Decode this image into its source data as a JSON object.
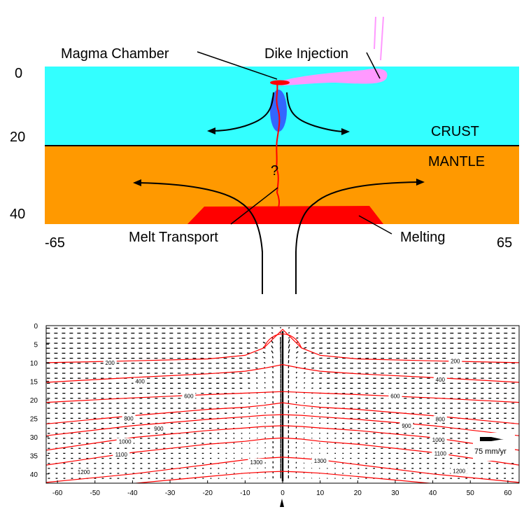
{
  "schematic": {
    "labels": {
      "magma_chamber": "Magma Chamber",
      "dike_injection": "Dike Injection",
      "crust": "CRUST",
      "mantle": "MANTLE",
      "melt_transport": "Melt Transport",
      "melting": "Melting",
      "question": "?"
    },
    "depth_labels": [
      "0",
      "20",
      "40"
    ],
    "distance_labels": [
      "-65",
      "65"
    ],
    "colors": {
      "crust": "#33ffff",
      "mantle": "#ff9900",
      "melt": "#ff0000",
      "dike": "#ff99ff",
      "magma_body": "#3366ff"
    }
  },
  "chart_data": {
    "type": "contour+vector",
    "xlim": [
      -63,
      63
    ],
    "ylim": [
      0,
      42.5
    ],
    "y_inverted": true,
    "x_ticks": [
      "-60",
      "-50",
      "-40",
      "-30",
      "-20",
      "-10",
      "0",
      "10",
      "20",
      "30",
      "40",
      "50",
      "60"
    ],
    "y_ticks": [
      "0",
      "5",
      "10",
      "15",
      "20",
      "25",
      "30",
      "35",
      "40"
    ],
    "reference_vector_label": "75 mm/yr",
    "contour_color": "#ff0000",
    "contour_x": [
      -63,
      -40,
      -20,
      -10,
      -5,
      0,
      5,
      10,
      20,
      40,
      63
    ],
    "contours": [
      {
        "level": "200",
        "depth": [
          10,
          9.5,
          9,
          8,
          6,
          1,
          6,
          8,
          9,
          9.5,
          10
        ]
      },
      {
        "level": "400",
        "depth": [
          15.3,
          14,
          13,
          12.3,
          11.5,
          10.5,
          11.5,
          12.3,
          13,
          14,
          15.3
        ]
      },
      {
        "level": "600",
        "depth": [
          20.7,
          19.5,
          18.6,
          18.2,
          18,
          17.8,
          18,
          18.2,
          18.6,
          19.5,
          20.7
        ]
      },
      {
        "level": "800",
        "depth": [
          26.5,
          24.3,
          22.6,
          22,
          21.5,
          20.8,
          21.5,
          22,
          22.6,
          24.3,
          26.5
        ]
      },
      {
        "level": "900",
        "depth": [
          29.7,
          27,
          25.3,
          24.6,
          24.2,
          24,
          24.2,
          24.6,
          25.3,
          27,
          29.7
        ]
      },
      {
        "level": "1000",
        "depth": [
          33.6,
          30.2,
          28.3,
          27.6,
          27.2,
          27,
          27.2,
          27.6,
          28.3,
          30.2,
          33.6
        ]
      },
      {
        "level": "1100",
        "depth": [
          37.6,
          34.2,
          32,
          31.2,
          30.6,
          30.3,
          30.6,
          31.2,
          32,
          34.2,
          37.6
        ]
      },
      {
        "level": "1200",
        "depth": [
          42.3,
          40,
          37.5,
          36.2,
          35.8,
          35.5,
          35.8,
          36.2,
          37.5,
          40,
          42.3
        ]
      },
      {
        "level": "1300",
        "depth": [
          48,
          42.6,
          40.7,
          39.8,
          39.5,
          39.3,
          39.5,
          39.8,
          40.7,
          42.6,
          48
        ]
      }
    ],
    "contour_labels": [
      {
        "text": "200",
        "x": -46,
        "y": 10
      },
      {
        "text": "400",
        "x": -38,
        "y": 15
      },
      {
        "text": "600",
        "x": -25,
        "y": 19
      },
      {
        "text": "800",
        "x": -41,
        "y": 25
      },
      {
        "text": "900",
        "x": -33,
        "y": 27.8
      },
      {
        "text": "1000",
        "x": -42,
        "y": 31.3
      },
      {
        "text": "1100",
        "x": -43,
        "y": 34.8
      },
      {
        "text": "1200",
        "x": -53,
        "y": 39.5
      },
      {
        "text": "1300",
        "x": -7,
        "y": 36.8
      },
      {
        "text": "200",
        "x": 46,
        "y": 9.5
      },
      {
        "text": "400",
        "x": 42,
        "y": 14.5
      },
      {
        "text": "600",
        "x": 30,
        "y": 19
      },
      {
        "text": "800",
        "x": 42,
        "y": 25.2
      },
      {
        "text": "900",
        "x": 33,
        "y": 27
      },
      {
        "text": "1000",
        "x": 41.5,
        "y": 30.8
      },
      {
        "text": "1100",
        "x": 42,
        "y": 34.5
      },
      {
        "text": "1200",
        "x": 47,
        "y": 39.2
      },
      {
        "text": "1300",
        "x": 10,
        "y": 36.5
      }
    ]
  }
}
